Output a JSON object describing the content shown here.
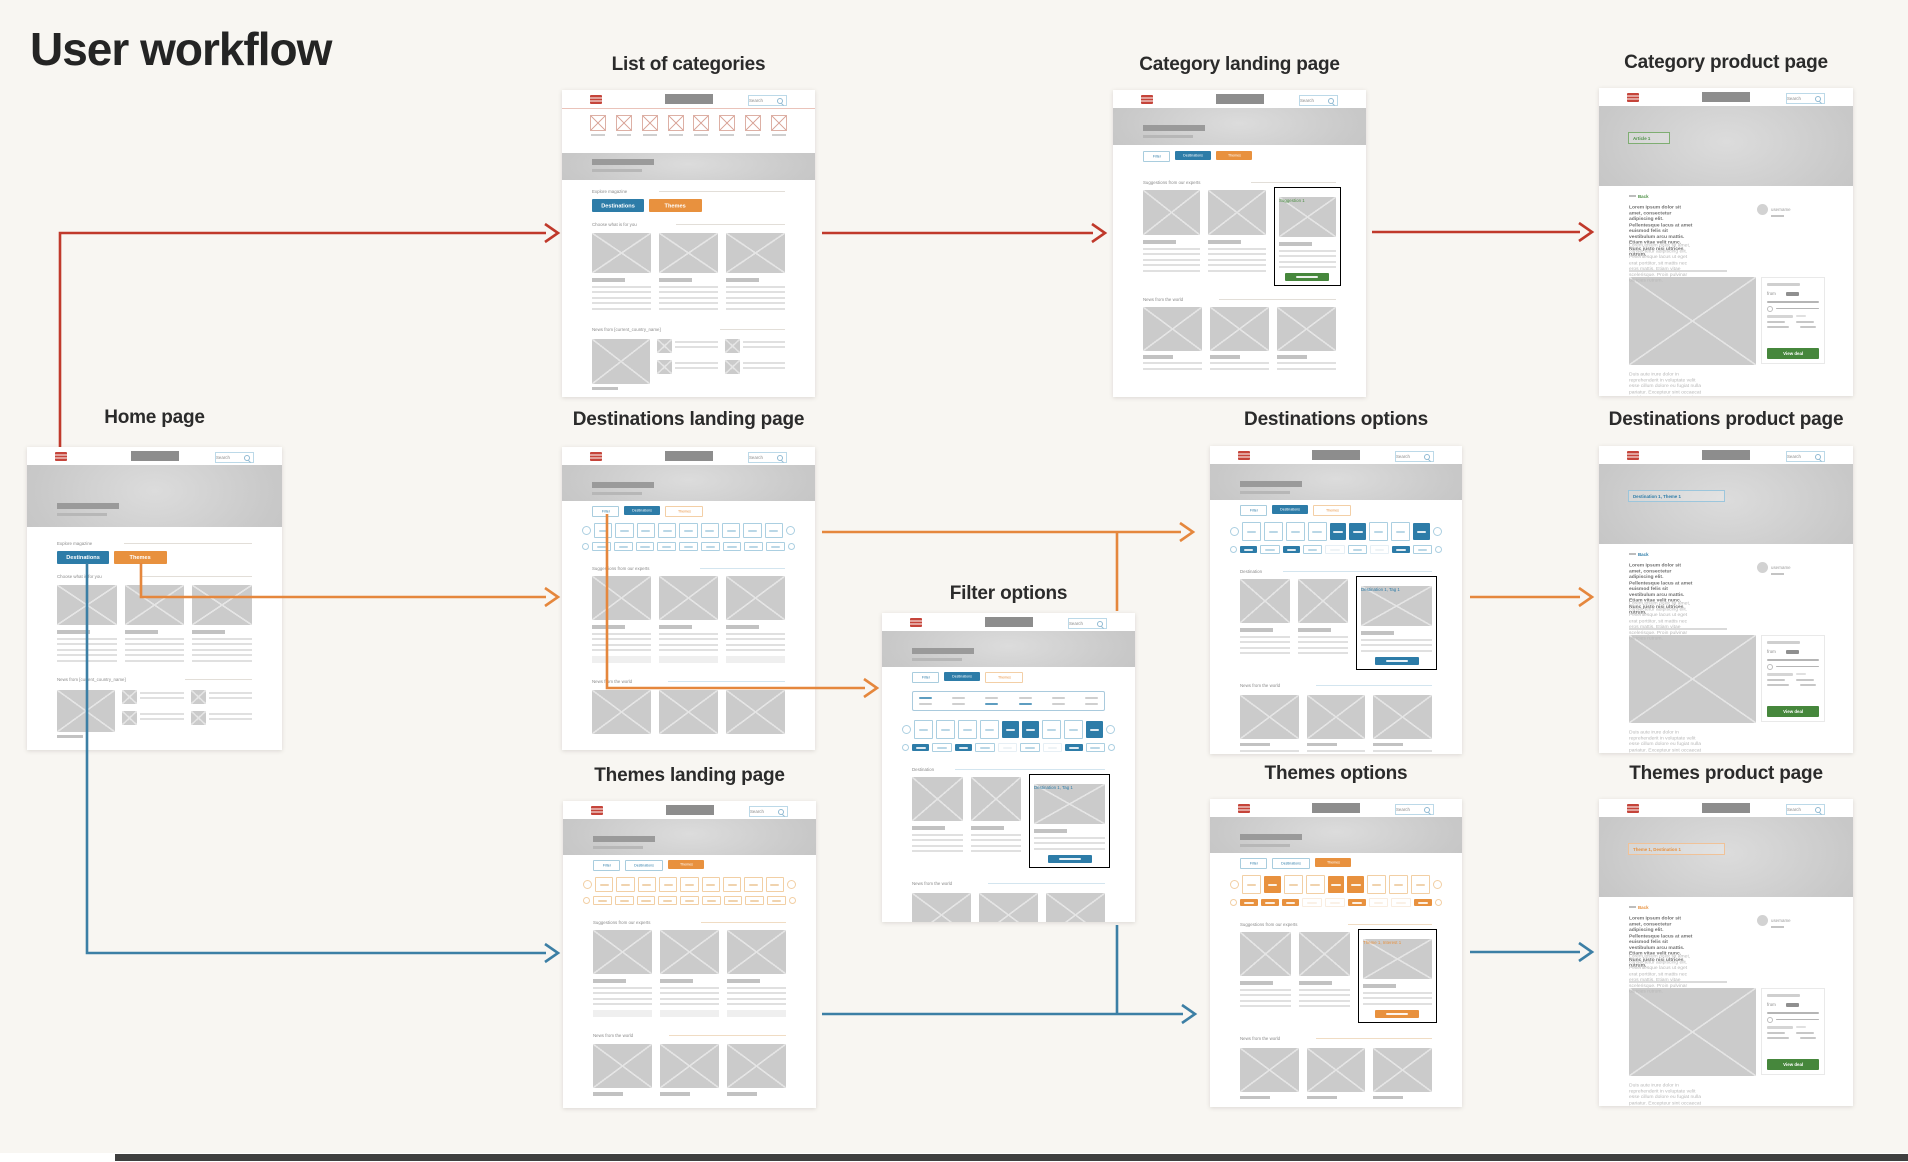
{
  "title": "User workflow",
  "pages": {
    "home": {
      "title": "Home page"
    },
    "list": {
      "title": "List of categories"
    },
    "cat_landing": {
      "title": "Category landing page",
      "highlight_label": "Suggestion 1"
    },
    "cat_product": {
      "title": "Category product page",
      "hero_label": "Article 1"
    },
    "dest_landing": {
      "title": "Destinations landing page"
    },
    "dest_options": {
      "title": "Destinations options",
      "section": "Destination",
      "highlight_label": "Destination 1, Tag 1"
    },
    "dest_product": {
      "title": "Destinations product page",
      "hero_label": "Destination 1, Theme 1"
    },
    "filter": {
      "title": "Filter options",
      "section": "Destination",
      "highlight_label": "Destination 1, Tag 1"
    },
    "themes_landing": {
      "title": "Themes landing page"
    },
    "themes_options": {
      "title": "Themes options",
      "highlight_label": "Theme 1, Interest 1"
    },
    "themes_product": {
      "title": "Themes product page",
      "hero_label": "Theme 1, Destination 1"
    }
  },
  "labels": {
    "search": "Search",
    "explore": "Explore magazine",
    "destinations": "Destinations",
    "themes": "Themes",
    "filter": "Filter",
    "choose": "Choose what is for you",
    "news_country": "News from [current_country_name]",
    "news_world": "News from the world",
    "suggestions": "Suggestions from our experts",
    "back": "Back",
    "view_deal": "View deal",
    "username": "username",
    "from": "from"
  },
  "product_text": {
    "lead": "Lorem ipsum dolor sit amet, consectetur adipiscing elit. Pellentesque lacus at amet euismod felis sit vestibulum arcu mattis. Etiam vitae velit nunc. Nunc justo nisi ultrices rutrum.",
    "body": "Lorem ipsum dolor sit amet, consectetur adipiscing elit. Pellentesque lacus ut eget erat porttitor, sit mattis nec eros mattis. Etiam vitae scelerisque. Proin pulvinar ultricies rutrum.",
    "footer": "Duis aute irure dolor in reprehenderit in voluptate velit esse cillum dolore eu fugiat nulla pariatur. Excepteur sint occaecat cupidatat non proident, sunt in culpa qui officia."
  },
  "chips": {
    "dest_landing_r1": [
      "o",
      "o",
      "o",
      "o",
      "o",
      "o",
      "o",
      "o",
      "o"
    ],
    "dest_landing_r2": [
      "o",
      "o",
      "o",
      "o",
      "o",
      "o",
      "o",
      "o",
      "o"
    ],
    "themes_landing_r1": [
      "o",
      "o",
      "o",
      "o",
      "o",
      "o",
      "o",
      "o",
      "o"
    ],
    "themes_landing_r2": [
      "o",
      "o",
      "o",
      "o",
      "o",
      "o",
      "o",
      "o",
      "o"
    ],
    "dest_options_r1": [
      "o",
      "o",
      "o",
      "o",
      "s",
      "s",
      "o",
      "o",
      "s"
    ],
    "dest_options_r2": [
      "s",
      "o",
      "s",
      "o",
      "f",
      "o",
      "f",
      "s",
      "o"
    ],
    "themes_options_r1": [
      "o",
      "s",
      "o",
      "o",
      "s",
      "s",
      "o",
      "o",
      "o"
    ],
    "themes_options_r2": [
      "s",
      "s",
      "s",
      "f",
      "f",
      "s",
      "f",
      "f",
      "s"
    ],
    "filter_r1": [
      "o",
      "o",
      "o",
      "o",
      "s",
      "s",
      "o",
      "o",
      "s"
    ],
    "filter_r2": [
      "s",
      "o",
      "s",
      "o",
      "f",
      "o",
      "f",
      "s",
      "o"
    ],
    "filter_panel": [
      [
        "b",
        "g",
        "g",
        "g",
        "g",
        "g"
      ],
      [
        "g",
        "g",
        "b",
        "b",
        "g",
        "g"
      ]
    ]
  },
  "flow_colors": {
    "categories": "#c0392b",
    "destinations": "#e5873d",
    "themes": "#3c7fa5"
  },
  "accent_colors": {
    "blue": "#2d7ca8",
    "orange": "#e8913e",
    "green": "#46873c",
    "red": "#c5443a"
  }
}
